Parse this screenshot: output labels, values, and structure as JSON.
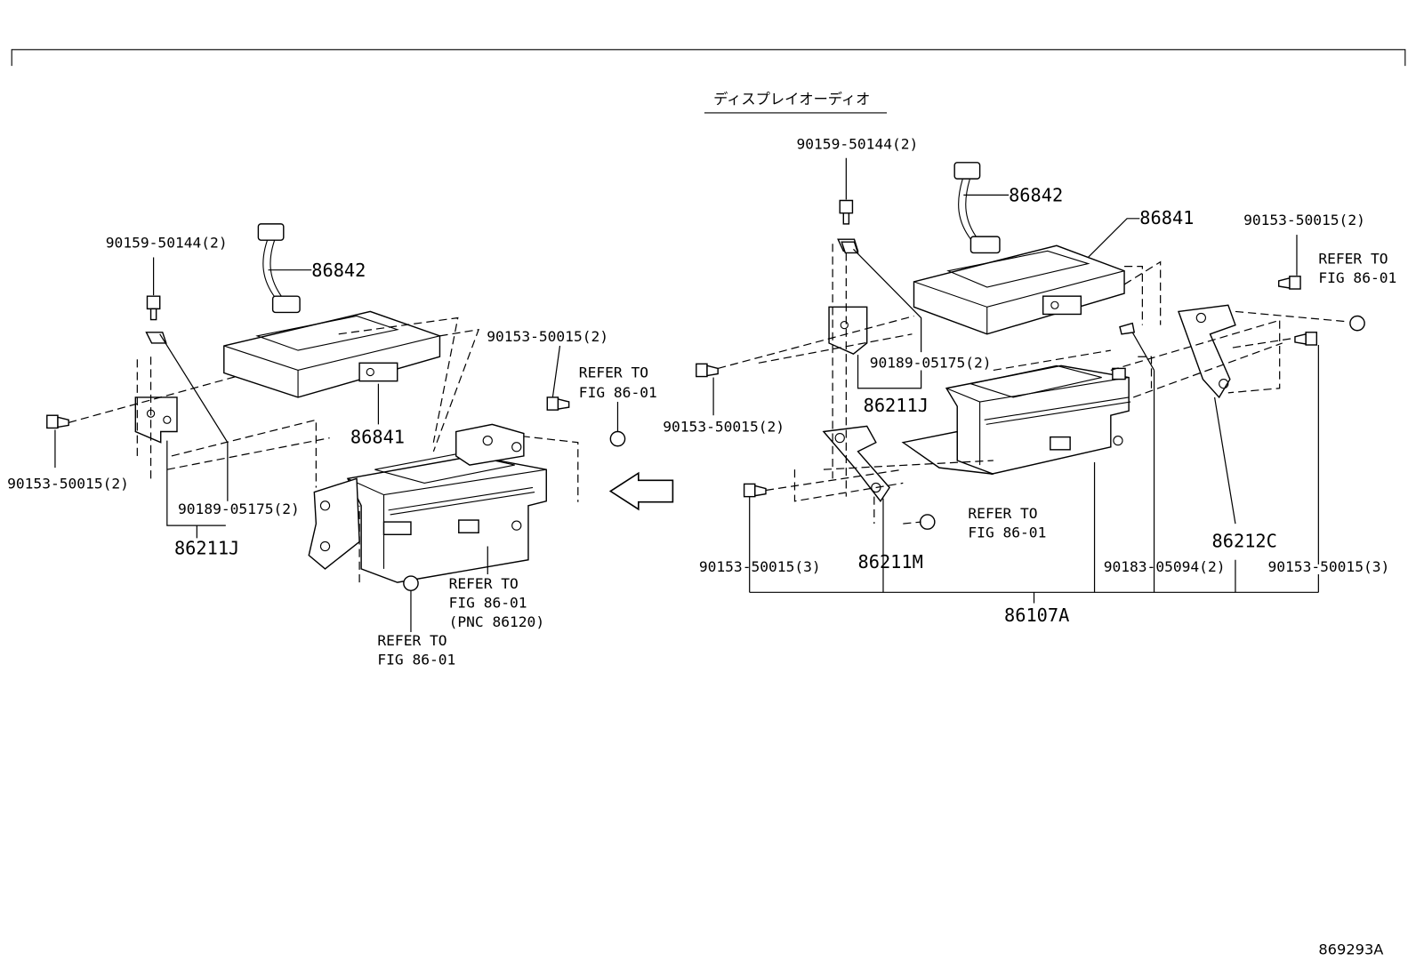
{
  "header": {
    "section_title": "ディスプレイオーディオ",
    "figure_code": "869293A"
  },
  "left_view": {
    "bolt_top": "90159-50144(2)",
    "harness": "86842",
    "display_unit": "86841",
    "screw_right": "90153-50015(2)",
    "refer_right_line1": "REFER TO",
    "refer_right_line2": "FIG 86-01",
    "screw_left": "90153-50015(2)",
    "clip": "90189-05175(2)",
    "bracket": "86211J",
    "refer_pnc_line1": "REFER TO",
    "refer_pnc_line2": "FIG 86-01",
    "refer_pnc_line3": "(PNC 86120)",
    "refer_bottom_line1": "REFER TO",
    "refer_bottom_line2": "FIG 86-01"
  },
  "right_view": {
    "bolt_top": "90159-50144(2)",
    "harness": "86842",
    "display_unit": "86841",
    "screw_top_right": "90153-50015(2)",
    "refer_top_line1": "REFER TO",
    "refer_top_line2": "FIG 86-01",
    "clip": "90189-05175(2)",
    "bracket_left_upper": "86211J",
    "screw_left": "90153-50015(2)",
    "refer_mid_line1": "REFER TO",
    "refer_mid_line2": "FIG 86-01",
    "bracket_right": "86212C",
    "screw_bottom_left": "90153-50015(3)",
    "bracket_left_lower": "86211M",
    "nut": "90183-05094(2)",
    "screw_bottom_right": "90153-50015(3)",
    "assembly": "86107A"
  }
}
